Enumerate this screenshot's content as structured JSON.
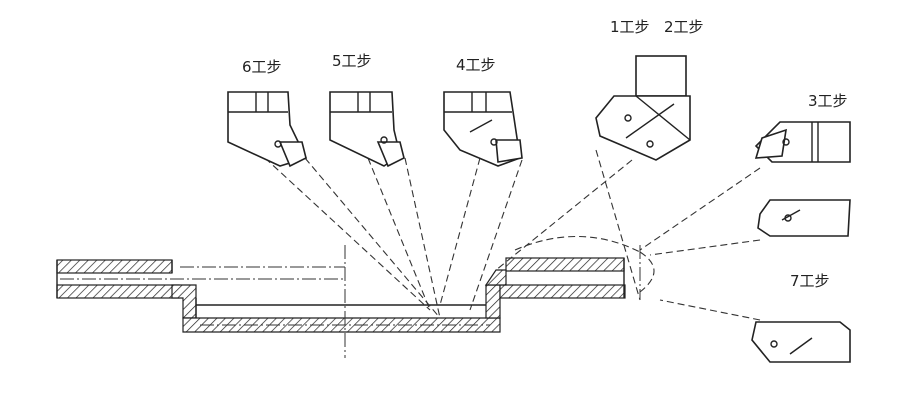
{
  "labels": {
    "step6": "6工步",
    "step5": "5工步",
    "step4": "4工步",
    "step1": "1工步",
    "step2": "2工步",
    "step3": "3工步",
    "step7": "7工步"
  }
}
